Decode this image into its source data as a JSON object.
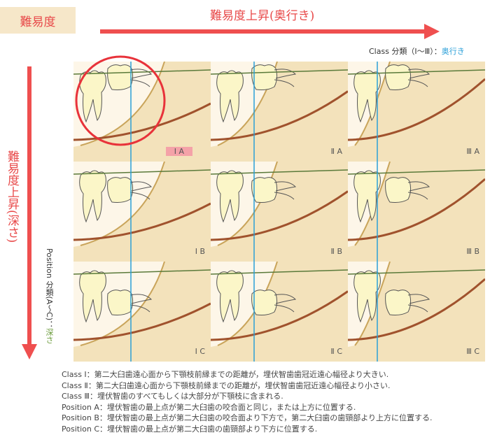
{
  "badge": "難易度",
  "horizontal_title": "難易度上昇(奥行き)",
  "vertical_title": "難易度上昇(深さ)",
  "class_axis": {
    "label": "Class 分類（Ⅰ〜Ⅲ）：",
    "accent": "奥行き"
  },
  "position_axis": {
    "label": "Position 分類(A〜C)：",
    "accent": "深さ"
  },
  "panels": [
    {
      "label": "Ⅰ A",
      "highlight": true,
      "col": 0,
      "row": 0
    },
    {
      "label": "Ⅱ A",
      "col": 1,
      "row": 0
    },
    {
      "label": "Ⅲ A",
      "col": 2,
      "row": 0
    },
    {
      "label": "Ⅰ B",
      "col": 0,
      "row": 1
    },
    {
      "label": "Ⅱ B",
      "col": 1,
      "row": 1
    },
    {
      "label": "Ⅲ B",
      "col": 2,
      "row": 1
    },
    {
      "label": "Ⅰ C",
      "col": 0,
      "row": 2
    },
    {
      "label": "Ⅱ C",
      "col": 1,
      "row": 2
    },
    {
      "label": "Ⅲ C",
      "col": 2,
      "row": 2
    }
  ],
  "legend": [
    "Class Ⅰ：第二大臼歯遠心面から下顎枝前縁までの距離が，埋伏智歯歯冠近遠心幅径より大きい.",
    "Class Ⅱ：第二大臼歯遠心面から下顎枝前縁までの距離が，埋伏智歯歯冠近遠心幅径より小さい.",
    "Class Ⅲ：埋伏智歯のすべてもしくは大部分が下顎枝に含まれる.",
    "Position A：埋伏智歯の最上点が第二大臼歯の咬合面と同じ，または上方に位置する.",
    "Position B：埋伏智歯の最上点が第二大臼歯の咬合面より下方で，第二大臼歯の歯頸部より上方に位置する.",
    "Position C：埋伏智歯の最上点が第二大臼歯の歯頸部より下方に位置する."
  ],
  "colors": {
    "arrow": "#ef4f4f",
    "bone": "#f3e2bb",
    "occlusal_line": "#5a7a3a",
    "ramus_line": "#2a9fd8",
    "tooth": "#fbf6c8"
  }
}
